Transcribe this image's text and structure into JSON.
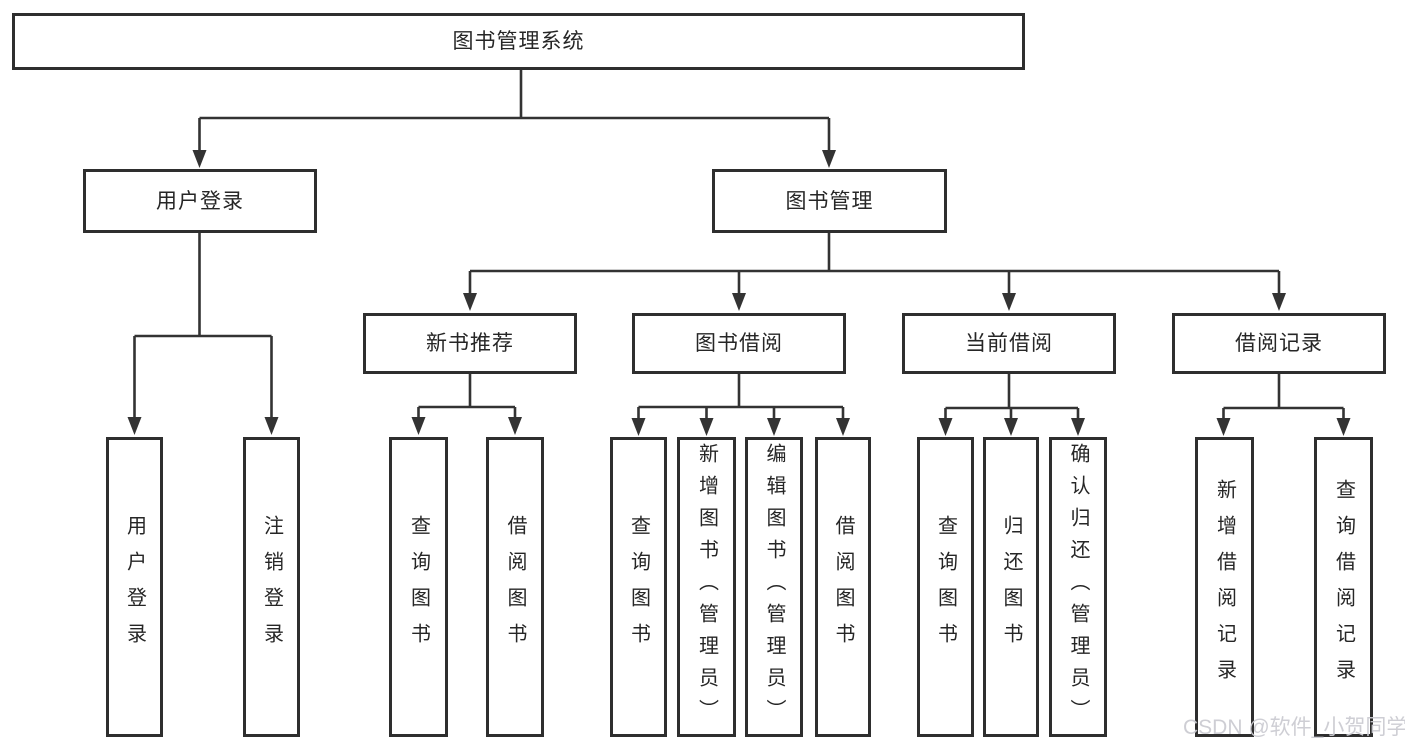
{
  "tree": {
    "label": "图书管理系统",
    "children": [
      {
        "label": "用户登录",
        "children": [
          {
            "label": "用户登录"
          },
          {
            "label": "注销登录"
          }
        ]
      },
      {
        "label": "图书管理",
        "children": [
          {
            "label": "新书推荐",
            "children": [
              {
                "label": "查询图书"
              },
              {
                "label": "借阅图书"
              }
            ]
          },
          {
            "label": "图书借阅",
            "children": [
              {
                "label": "查询图书"
              },
              {
                "label": "新增图书（管理员）"
              },
              {
                "label": "编辑图书（管理员）"
              },
              {
                "label": "借阅图书"
              }
            ]
          },
          {
            "label": "当前借阅",
            "children": [
              {
                "label": "查询图书"
              },
              {
                "label": "归还图书"
              },
              {
                "label": "确认归还（管理员）"
              }
            ]
          },
          {
            "label": "借阅记录",
            "children": [
              {
                "label": "新增借阅记录"
              },
              {
                "label": "查询借阅记录"
              }
            ]
          }
        ]
      }
    ]
  },
  "watermark": {
    "text": "CSDN @软件_小贺同学"
  },
  "colors": {
    "line": "#333333",
    "box_border": "#2e2e2e",
    "text": "#262626",
    "watermark": "#cbcbd2",
    "background": "#ffffff"
  }
}
